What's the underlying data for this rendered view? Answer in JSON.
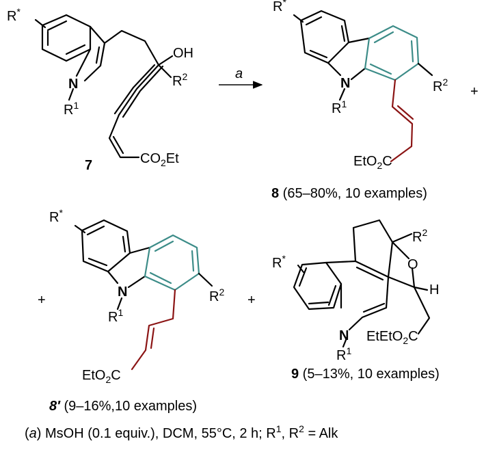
{
  "colors": {
    "bond": "#000000",
    "nitrogen": "#1a1aa6",
    "new_ring": "#3c8c88",
    "side_chain": "#8b1414"
  },
  "atoms": {
    "r_star": "R*",
    "r": "R",
    "sup_star": "*",
    "n": "N",
    "o": "O",
    "h": "H",
    "oh": "OH",
    "sup1": "1",
    "sup2": "2",
    "co2et_co": "CO",
    "co2et_2": "2",
    "co2et_et": "Et",
    "eto2c_eto": "EtO",
    "eto2c_2": "2",
    "eto2c_c": "C"
  },
  "arrow": {
    "label": "a"
  },
  "plus": "+",
  "compounds": {
    "c7": {
      "label": "7"
    },
    "c8": {
      "label": "8",
      "note": " (65–80%, 10 examples)"
    },
    "c8p": {
      "label": "8′",
      "note": " (9–16%,10 examples)"
    },
    "c9": {
      "label": "9",
      "note": " (5–13%, 10 examples)"
    }
  },
  "conditions": {
    "prefix": "(",
    "letter": "a",
    "text1": ") MsOH (0.1 equiv.), DCM, 55°C, 2 h; R",
    "sup1": "1",
    "text2": ", R",
    "sup2": "2",
    "text3": " = Alk"
  }
}
